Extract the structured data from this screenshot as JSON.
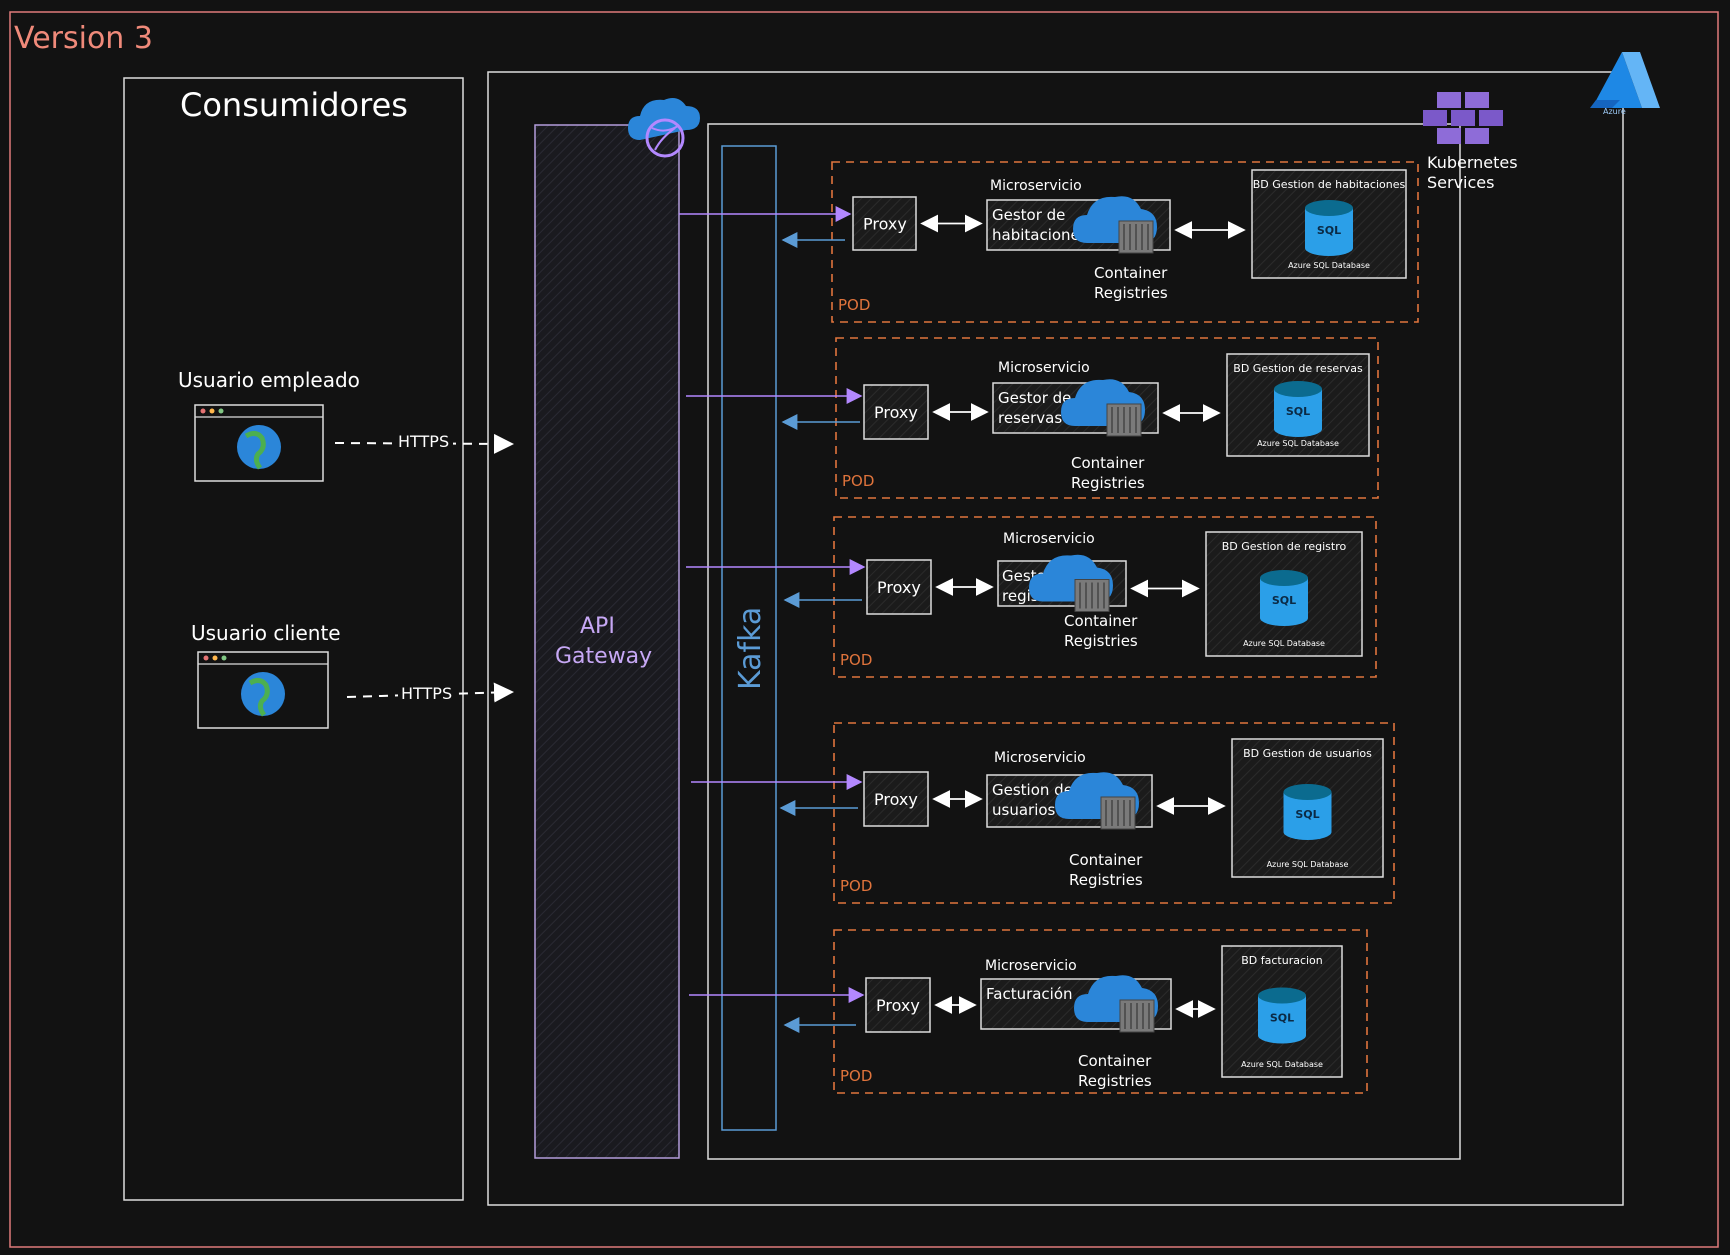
{
  "title": "Version 3",
  "consumers": {
    "heading": "Consumidores",
    "users": [
      {
        "label": "Usuario empleado",
        "protocol": "HTTPS"
      },
      {
        "label": "Usuario cliente",
        "protocol": "HTTPS"
      }
    ]
  },
  "api_gateway": {
    "line1": "API",
    "line2": "Gateway"
  },
  "kafka": {
    "label": "Kafka"
  },
  "kubernetes": {
    "line1": "Kubernetes",
    "line2": "Services",
    "icon": "kubernetes-icon"
  },
  "azure": {
    "label": "Azure",
    "icon": "azure-icon"
  },
  "common": {
    "microservice_label": "Microservicio",
    "proxy_label": "Proxy",
    "registry_line1": "Container",
    "registry_line2": "Registries",
    "pod_label": "POD",
    "sql_label": "SQL",
    "db_caption": "Azure SQL Database"
  },
  "pods": [
    {
      "service_line1": "Gestor de",
      "service_line2": "habitaciones",
      "db_title": "BD Gestion de habitaciones"
    },
    {
      "service_line1": "Gestor de",
      "service_line2": "reservas",
      "db_title": "BD Gestion de reservas"
    },
    {
      "service_line1": "Gestor de",
      "service_line2": "registros",
      "db_title": "BD Gestion de registro"
    },
    {
      "service_line1": "Gestion de",
      "service_line2": "usuarios",
      "db_title": "BD Gestion de usuarios"
    },
    {
      "service_line1": "Facturación",
      "service_line2": "",
      "db_title": "BD facturacion"
    }
  ],
  "colors": {
    "frame": "#e07a7a",
    "pod": "#e0743c",
    "gateway": "#b39ddb",
    "kafka": "#5b9bd5",
    "arrow_in": "#b388ff",
    "arrow_out": "#5b9bd5",
    "db_blue": "#2b9fe8"
  }
}
